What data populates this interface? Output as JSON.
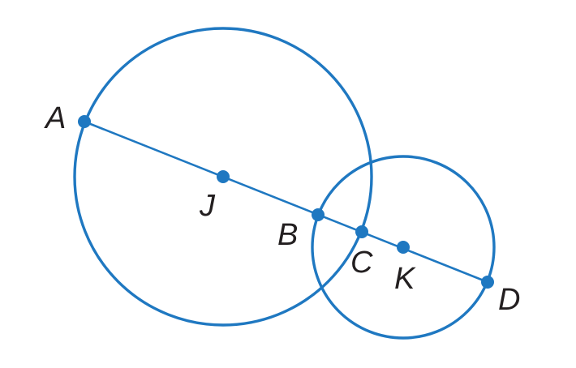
{
  "colors": {
    "stroke": "#1f78c1",
    "point": "#1f78c1",
    "label": "#231f20"
  },
  "labels": {
    "A": "A",
    "B": "B",
    "C": "C",
    "D": "D",
    "J": "J",
    "K": "K"
  }
}
